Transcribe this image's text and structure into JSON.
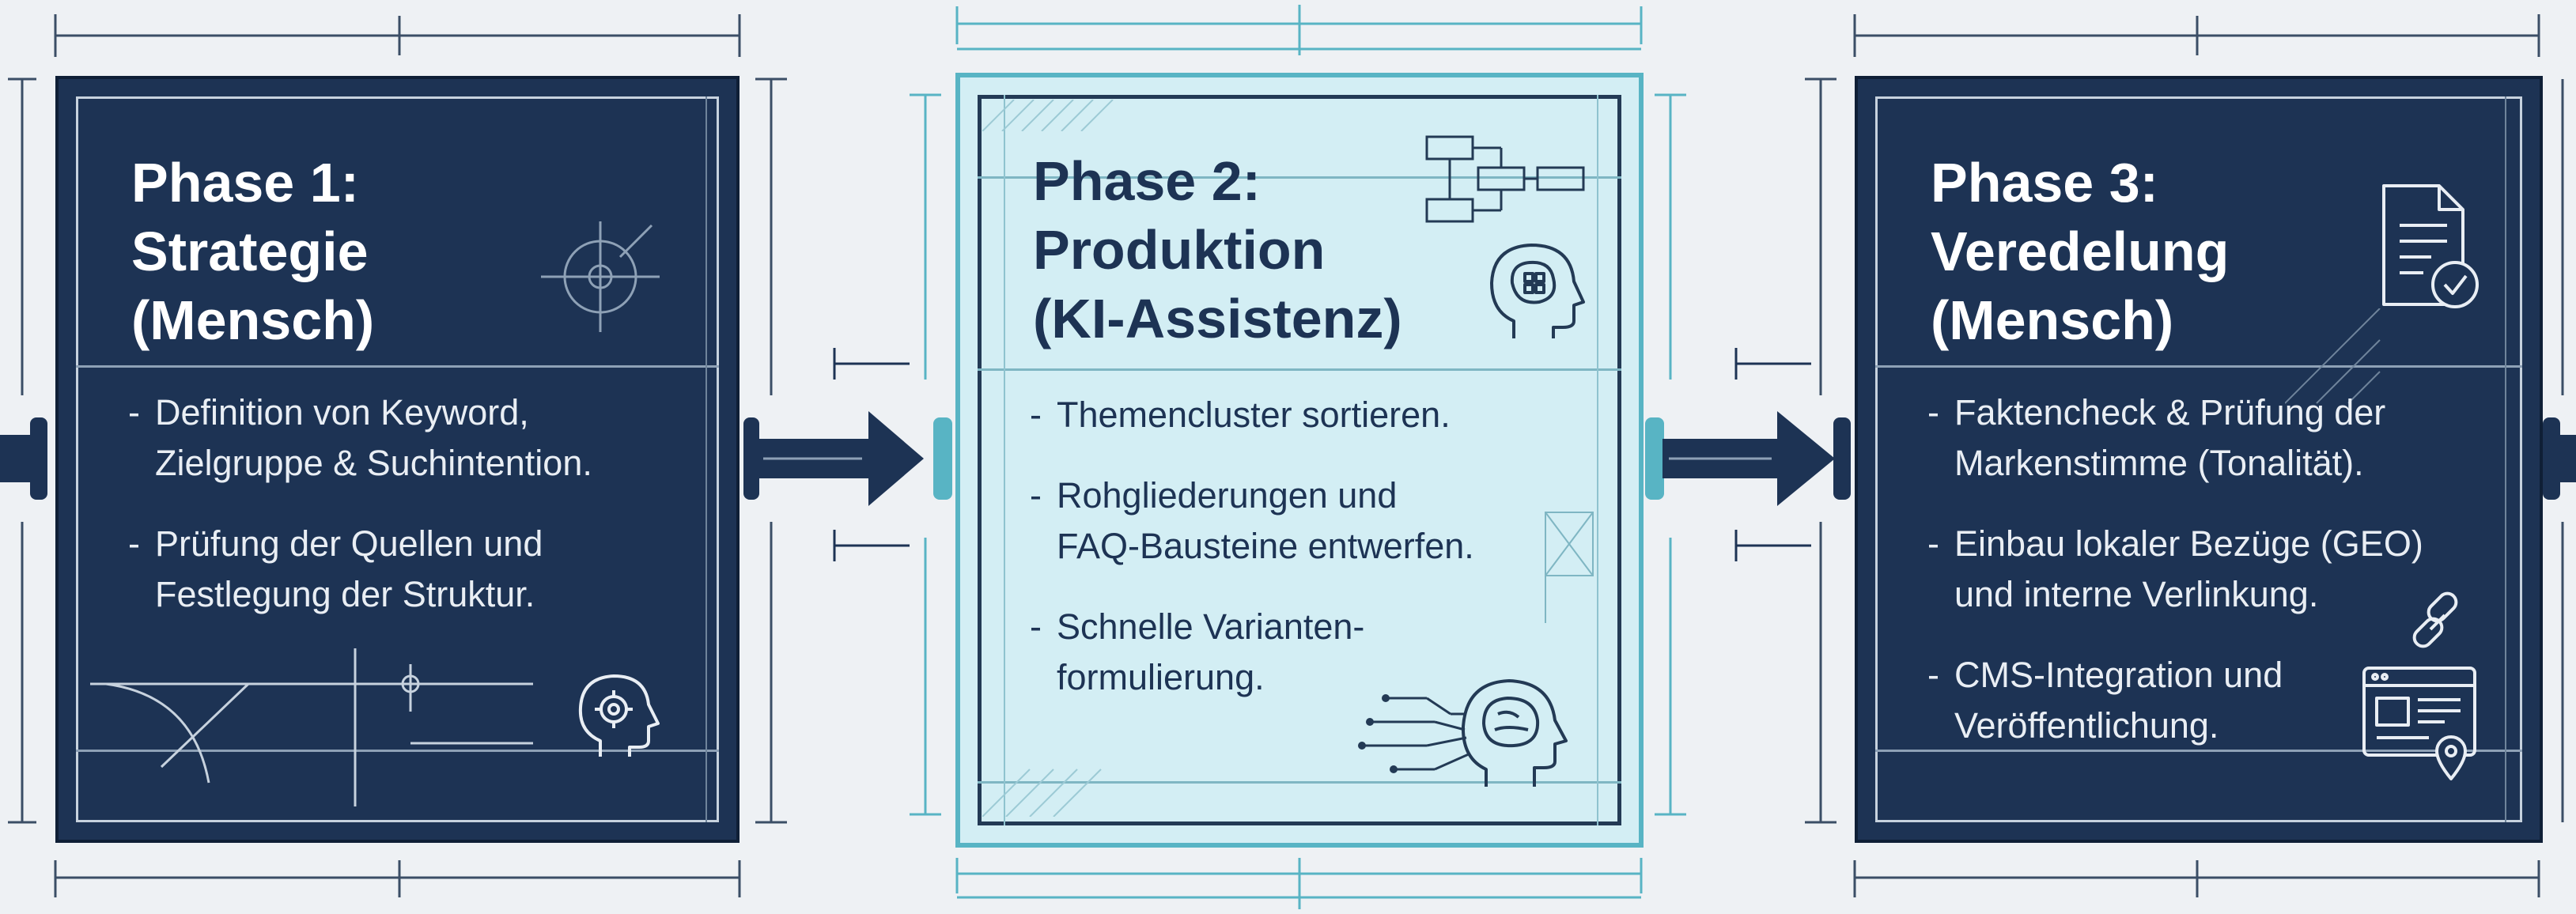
{
  "diagram": {
    "phases": [
      {
        "title_lines": [
          "Phase 1:",
          "Strategie",
          "(Mensch)"
        ],
        "bullets": [
          {
            "lines": [
              "Definition von Keyword,",
              "Zielgruppe & Suchintention."
            ]
          },
          {
            "lines": [
              "Prüfung der Quellen und",
              "Festlegung der Struktur."
            ]
          }
        ]
      },
      {
        "title_lines": [
          "Phase 2:",
          "Produktion",
          "(KI-Assistenz)"
        ],
        "bullets": [
          {
            "lines": [
              "Themencluster sortieren."
            ]
          },
          {
            "lines": [
              "Rohgliederungen und",
              "FAQ-Bausteine entwerfen."
            ]
          },
          {
            "lines": [
              "Schnelle Varianten-",
              "formulierung."
            ]
          }
        ]
      },
      {
        "title_lines": [
          "Phase 3:",
          "Veredelung",
          "(Mensch)"
        ],
        "bullets": [
          {
            "lines": [
              "Faktencheck & Prüfung der",
              "Markenstimme (Tonalität)."
            ]
          },
          {
            "lines": [
              "Einbau lokaler Bezüge (GEO)",
              "und interne Verlinkung."
            ]
          },
          {
            "lines": [
              "CMS-Integration und",
              "Veröffentlichung."
            ]
          }
        ]
      }
    ],
    "colors": {
      "dark_card": "#1d3354",
      "light_card": "#d3eef4",
      "accent_teal": "#58b4c4",
      "page_background": "#eef1f4"
    },
    "icons": [
      "brain-gear-head-icon",
      "flowchart-icon",
      "brain-chip-head-icon",
      "circuit-brain-head-icon",
      "document-check-icon",
      "link-chain-icon",
      "browser-location-icon",
      "compass-target-icon"
    ]
  }
}
